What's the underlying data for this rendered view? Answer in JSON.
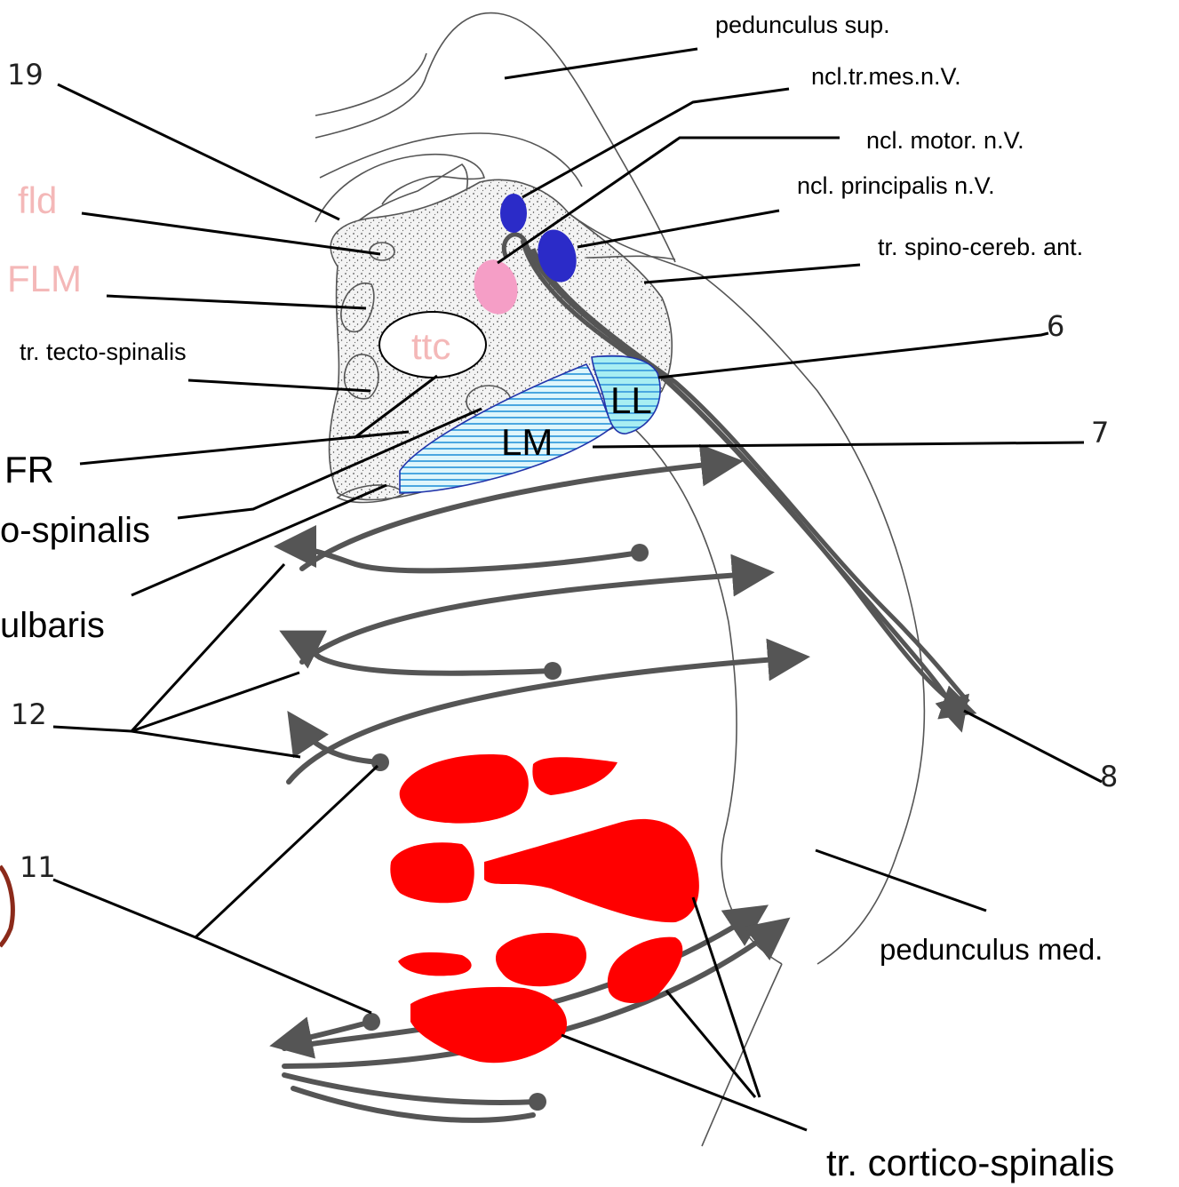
{
  "labels": {
    "pedunculus_sup": "pedunculus sup.",
    "ncl_tr_mes": "ncl.tr.mes.n.V.",
    "ncl_motor": "ncl. motor. n.V.",
    "ncl_principalis": "ncl. principalis n.V.",
    "tr_spino_cereb": "tr. spino-cereb. ant.",
    "n19": "19",
    "fld": "fld",
    "flm": "FLM",
    "tr_tecto": "tr. tecto-spinalis",
    "ttc": "ttc",
    "ll": "LL",
    "lm": "LM",
    "n6": "6",
    "n7": "7",
    "fr": "FR",
    "spinalis_partial": "o-spinalis",
    "bulbaris_partial": "ulbaris",
    "n12": "12",
    "n8": "8",
    "n11": "11",
    "pedunculus_med": "pedunculus med.",
    "tr_cortico": "tr. cortico-spinalis"
  },
  "colors": {
    "nucleus_blue": "#2b2bc8",
    "nucleus_pink": "#f59ec6",
    "label_pink": "#f4b8b8",
    "lm_fill": "#9fe3ee",
    "lm_stripe": "#4aa7e0",
    "pyramid_red": "#ff0000"
  }
}
